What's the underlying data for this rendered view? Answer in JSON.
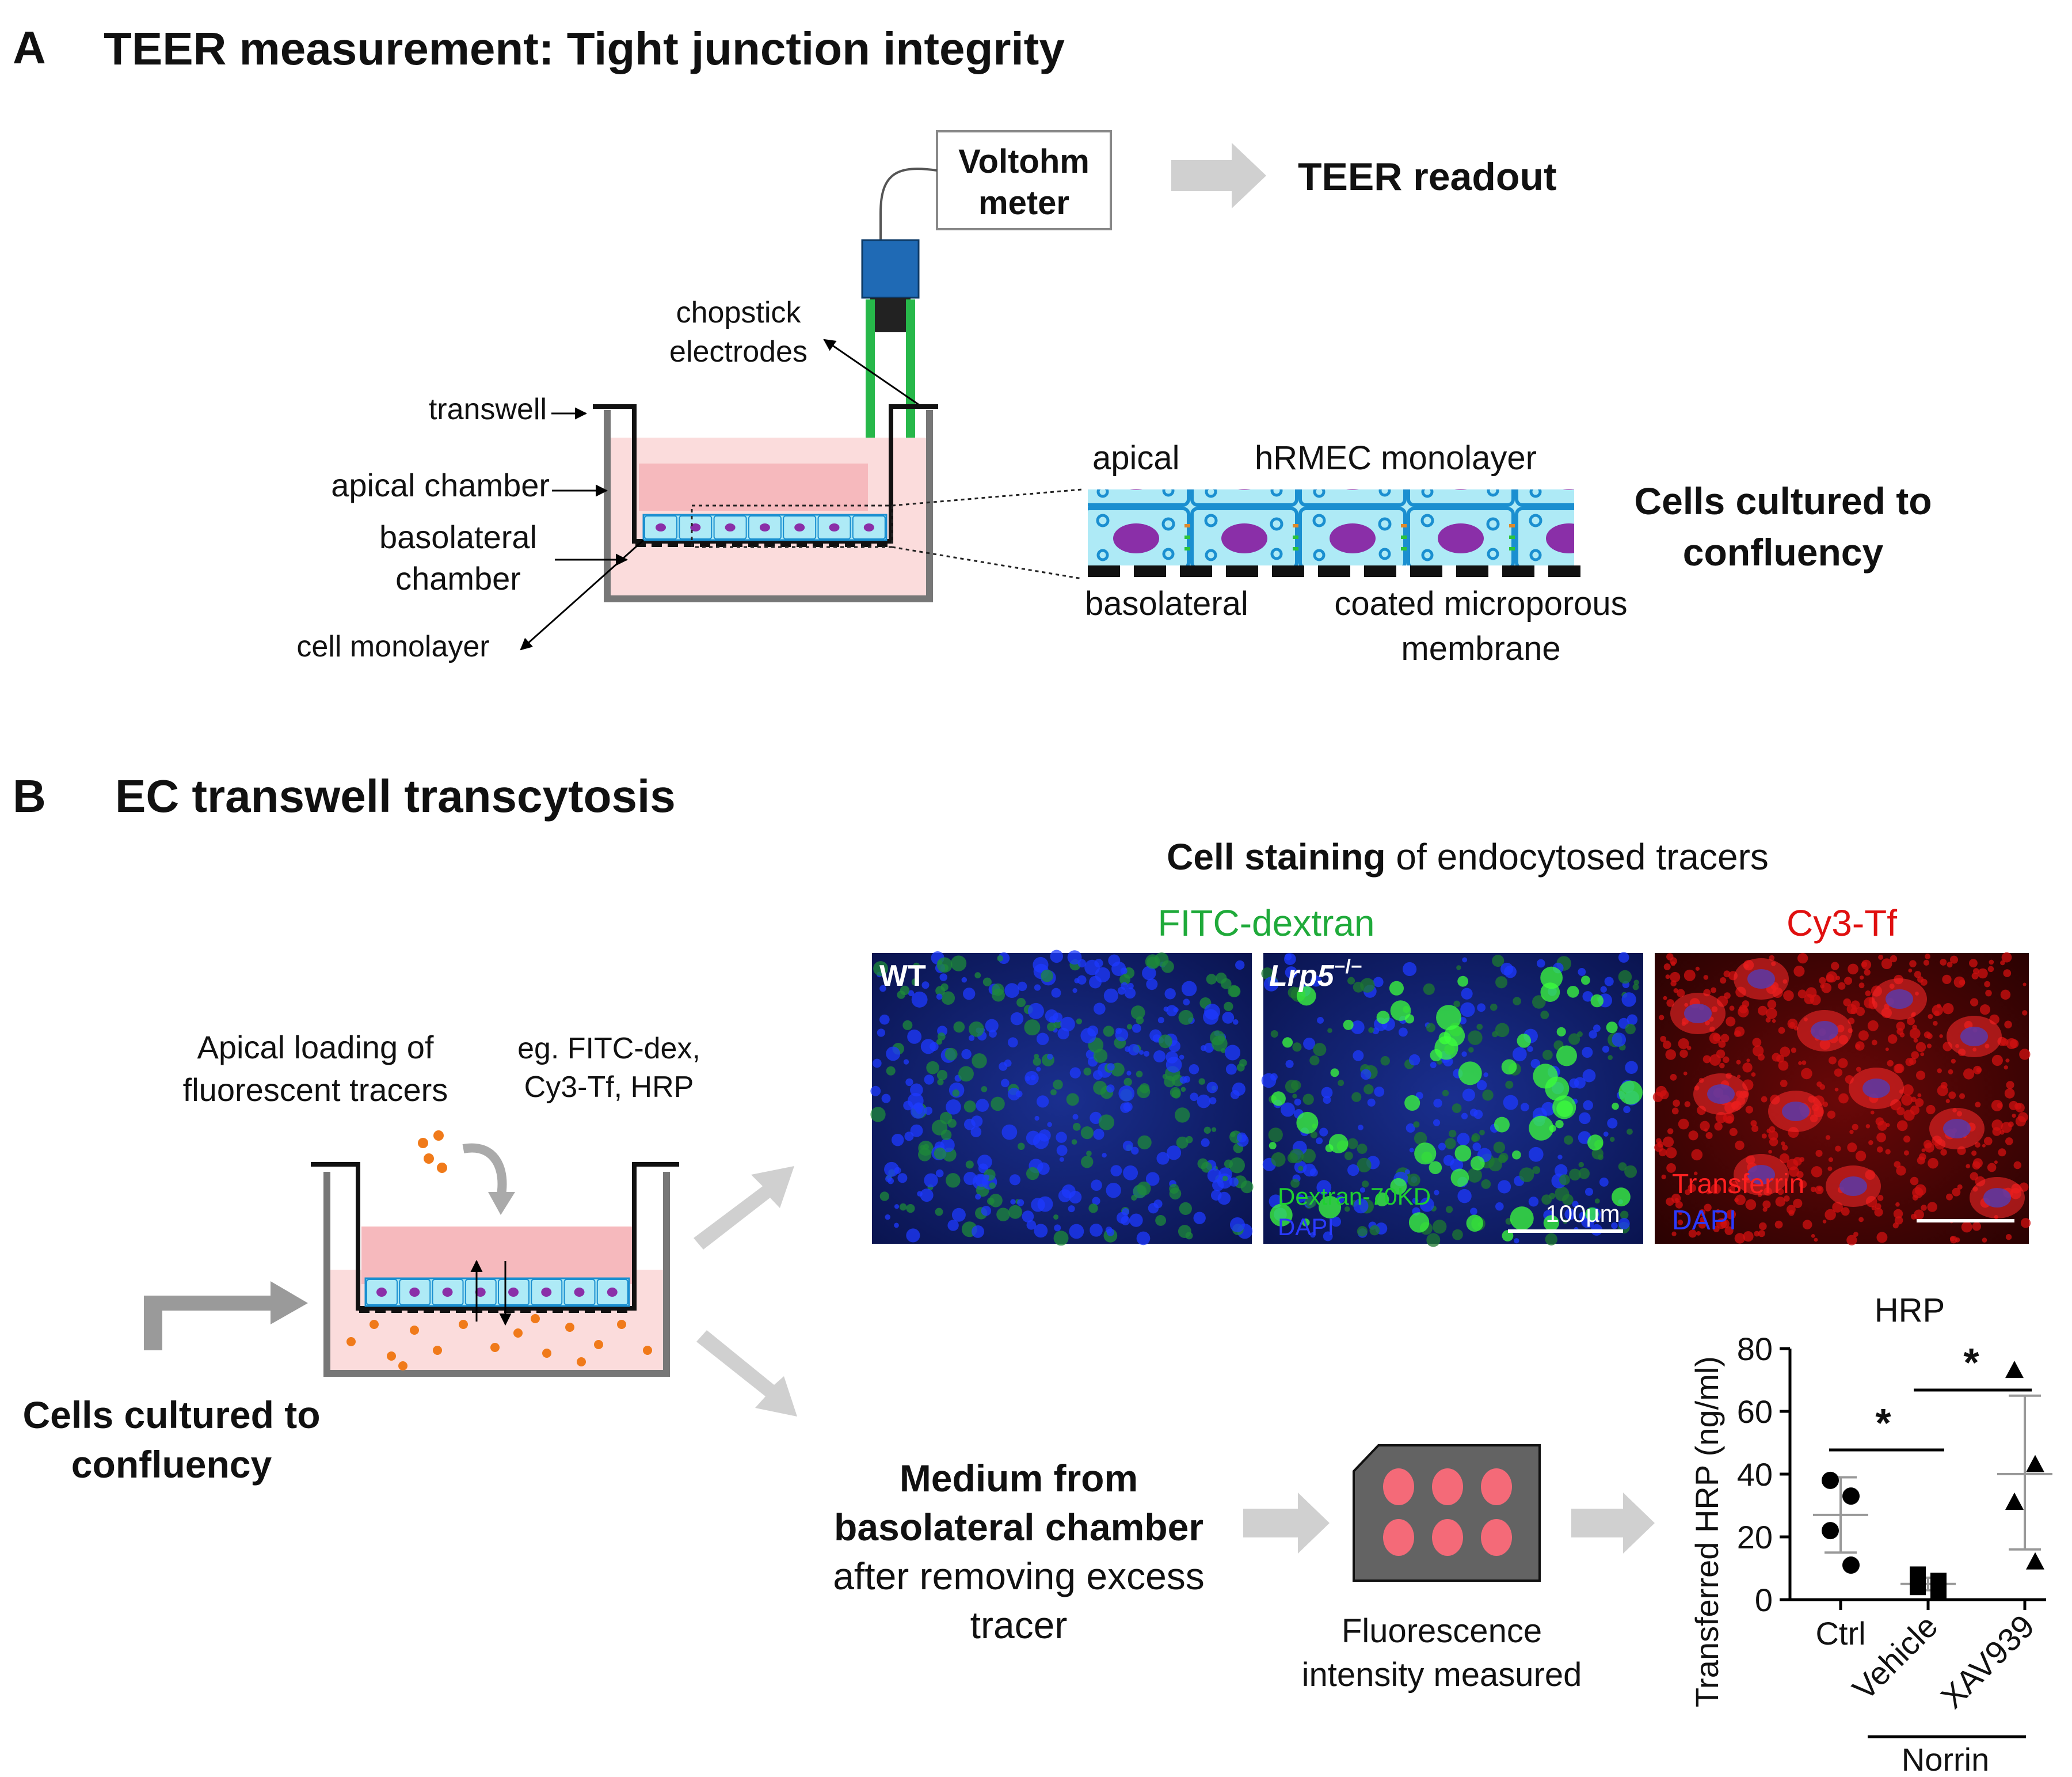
{
  "panel_a": {
    "letter": "A",
    "title": "TEER measurement: Tight junction integrity",
    "meter": [
      "Voltohm",
      "meter"
    ],
    "readout": "TEER readout",
    "electrodes": [
      "chopstick",
      "electrodes"
    ],
    "transwell": "transwell",
    "apical_chamber": "apical chamber",
    "basolateral_chamber": [
      "basolateral",
      "chamber"
    ],
    "cell_monolayer": "cell monolayer",
    "apical": "apical",
    "hrmec": "hRMEC monolayer",
    "basolateral": "basolateral",
    "membrane": [
      "coated microporous",
      "membrane"
    ],
    "confluency": [
      "Cells cultured to",
      "confluency"
    ]
  },
  "panel_b": {
    "letter": "B",
    "title": "EC transwell transcytosis",
    "staining_bold": "Cell staining",
    "staining_rest": " of endocytosed tracers",
    "fitc": "FITC-dextran",
    "cy3": "Cy3-Tf",
    "img_wt": "WT",
    "img_lrp5_base": "Lrp5",
    "img_lrp5_sup": "−/−",
    "dextran_label": "Dextran-70KD",
    "dapi": "DAPI",
    "scale": "100µm",
    "transferrin": "Transferrin",
    "loading": [
      "Apical loading of",
      "fluorescent tracers"
    ],
    "tracers": [
      "eg. FITC-dex,",
      "Cy3-Tf, HRP"
    ],
    "confluency": [
      "Cells cultured to",
      "confluency"
    ],
    "medium_bold": [
      "Medium from",
      "basolateral chamber"
    ],
    "medium_rest": [
      "after removing excess",
      "tracer"
    ],
    "fluor": [
      "Fluorescence",
      "intensity measured"
    ]
  },
  "chart_data": {
    "type": "scatter",
    "title": "HRP",
    "ylabel": "Transferred HRP (ng/ml)",
    "ylim": [
      0,
      80
    ],
    "yticks": [
      0,
      20,
      40,
      60,
      80
    ],
    "categories": [
      "Ctrl",
      "Vehicle",
      "XAV939"
    ],
    "group_label": "Norrin",
    "significance": [
      "*",
      "*"
    ],
    "series": [
      {
        "category": "Ctrl",
        "marker": "circle",
        "values": [
          38,
          33,
          22,
          11
        ],
        "mean": 27,
        "sd_low": 15,
        "sd_high": 39
      },
      {
        "category": "Vehicle",
        "marker": "square",
        "values": [
          8,
          6,
          4,
          3
        ],
        "mean": 5,
        "sd_low": 3,
        "sd_high": 7
      },
      {
        "category": "XAV939",
        "marker": "triangle",
        "values": [
          73,
          43,
          31,
          12
        ],
        "mean": 40,
        "sd_low": 16,
        "sd_high": 65
      }
    ],
    "colors": {
      "marker": "#000000",
      "mean_line": "#999999"
    }
  }
}
